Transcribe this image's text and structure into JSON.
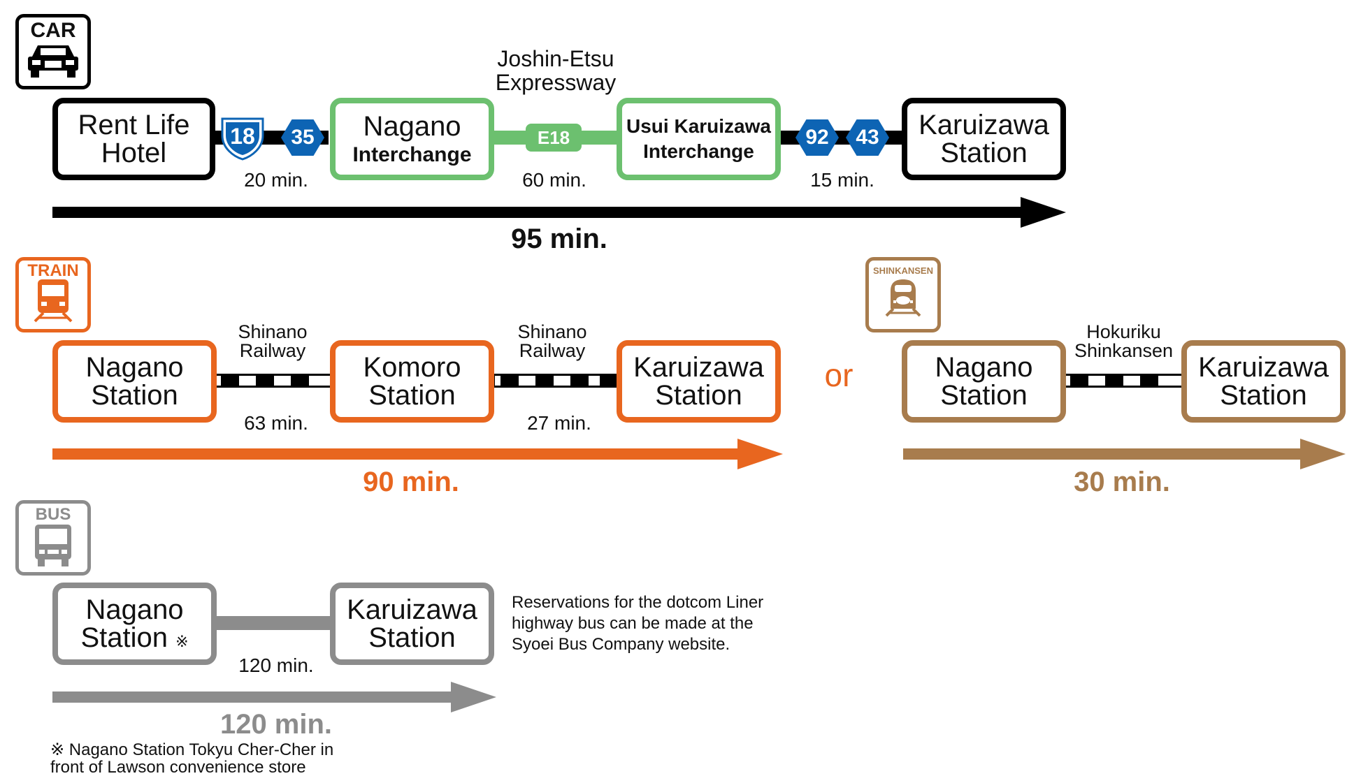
{
  "colors": {
    "car": "#000000",
    "expressway": "#6cc06f",
    "train": "#e8661f",
    "shinkansen": "#a87c4d",
    "bus": "#8c8c8c",
    "route_sign": "#0d64b4"
  },
  "car": {
    "icon_label": "CAR",
    "icon": "car-icon",
    "origin": [
      "Rent Life",
      "Hotel"
    ],
    "national_route": "18",
    "prefectural_route_1": "35",
    "nagano_ic": [
      "Nagano",
      "Interchange"
    ],
    "expressway_label": [
      "Joshin-Etsu",
      "Expressway"
    ],
    "expressway_code": "E18",
    "usui_ic": [
      "Usui Karuizawa",
      "Interchange"
    ],
    "route_after_1": "92",
    "route_after_2": "43",
    "destination": [
      "Karuizawa",
      "Station"
    ],
    "time_1": "20 min.",
    "time_2": "60 min.",
    "time_3": "15 min.",
    "total": "95 min."
  },
  "train": {
    "icon_label": "TRAIN",
    "icon": "train-icon",
    "origin": [
      "Nagano",
      "Station"
    ],
    "line_1": [
      "Shinano",
      "Railway"
    ],
    "middle": [
      "Komoro",
      "Station"
    ],
    "line_2": [
      "Shinano",
      "Railway"
    ],
    "destination": [
      "Karuizawa",
      "Station"
    ],
    "time_1": "63 min.",
    "time_2": "27 min.",
    "total": "90 min."
  },
  "or_label": "or",
  "shinkansen": {
    "icon_label": "SHINKANSEN",
    "icon": "shinkansen-icon",
    "origin": [
      "Nagano",
      "Station"
    ],
    "line": [
      "Hokuriku",
      "Shinkansen"
    ],
    "destination": [
      "Karuizawa",
      "Station"
    ],
    "total": "30 min."
  },
  "bus": {
    "icon_label": "BUS",
    "icon": "bus-icon",
    "origin": [
      "Nagano",
      "Station"
    ],
    "origin_mark": "※",
    "destination": [
      "Karuizawa",
      "Station"
    ],
    "time": "120 min.",
    "total": "120 min.",
    "reservation_note": [
      "Reservations for the dotcom Liner",
      "highway bus can be made at the",
      "Syoei Bus Company website."
    ],
    "footnote": [
      "※ Nagano Station Tokyu Cher-Cher in",
      "front of Lawson convenience store"
    ]
  }
}
